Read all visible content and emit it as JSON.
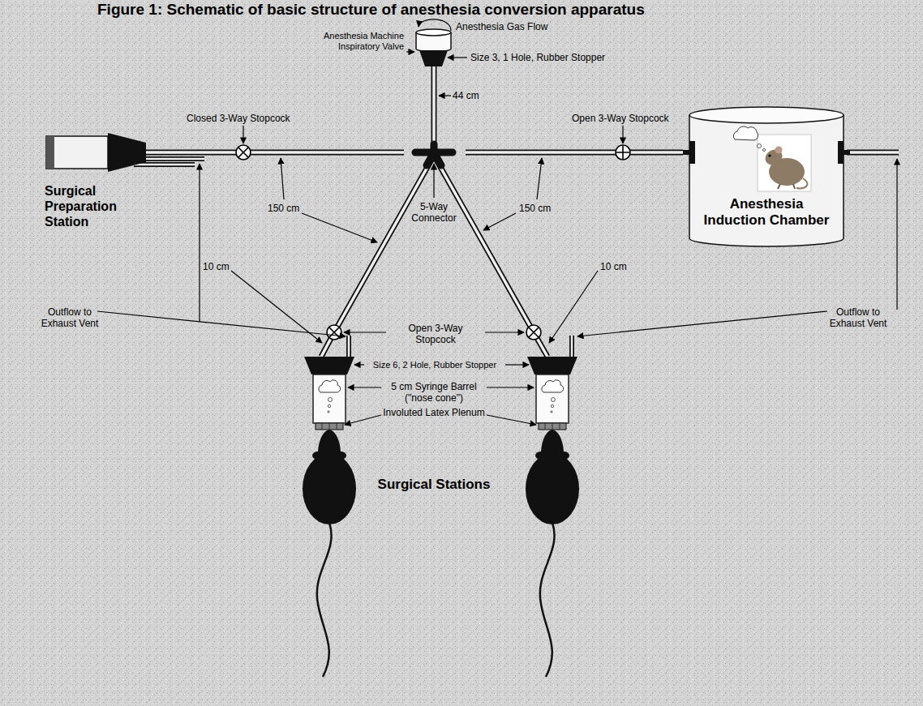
{
  "diagram": {
    "title": "Figure 1: Schematic of basic structure of anesthesia conversion apparatus",
    "nodes": [
      {
        "text": [
          "Anesthesia Machine Inspiratory Valve"
        ]
      },
      {
        "text": [
          "Surgical Preparation Station"
        ]
      },
      {
        "text": [
          "5-Way Connector"
        ]
      },
      {
        "text": [
          "Anesthesia Induction Chamber"
        ]
      }
    ],
    "edges": [
      {
        "from": 0,
        "to": 2,
        "arrow": "none"
      },
      {
        "from": 2,
        "to": 1,
        "arrow": "none"
      },
      {
        "from": 2,
        "to": 3,
        "arrow": "none"
      }
    ],
    "labels": [
      "Anesthesia Gas Flow",
      "Size 3, 1 Hole, Rubber Stopper",
      "44 cm",
      "Closed 3-Way Stopcock",
      "Open 3-Way Stopcock",
      "150 cm",
      "150 cm",
      "10 cm",
      "10 cm",
      "Outflow to Exhaust Vent",
      "Open 3-Way Stopcock",
      "Outflow to Exhaust Vent",
      "Size 6, 2 Hole, Rubber Stopper",
      "5 cm Syringe Barrel (\"nose cone\")",
      "Involuted Latex Plenum",
      "Surgical Stations"
    ]
  }
}
